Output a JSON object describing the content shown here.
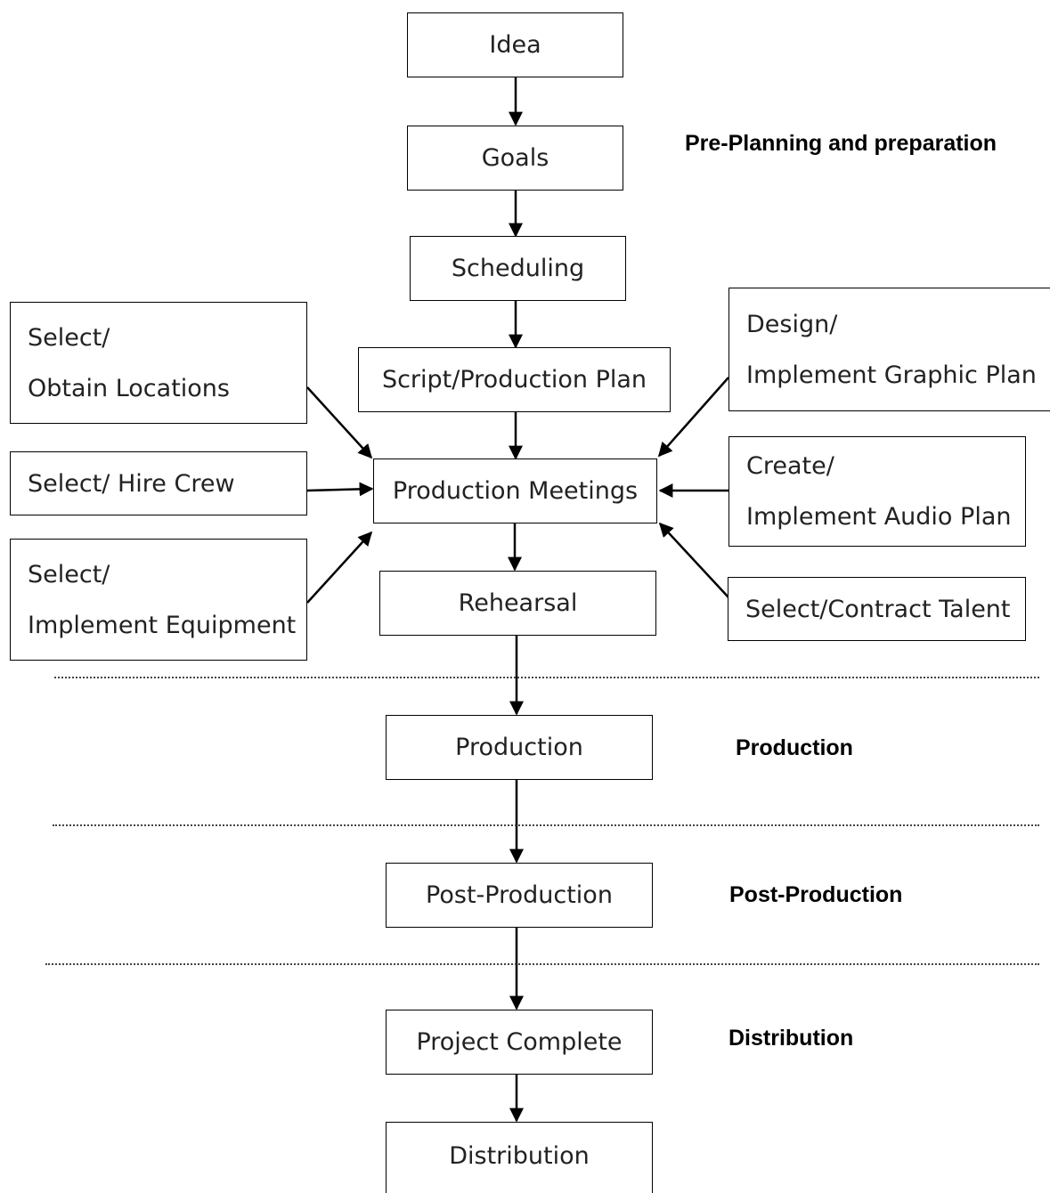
{
  "flow": {
    "idea": "Idea",
    "goals": "Goals",
    "scheduling": "Scheduling",
    "script_plan": "Script/Production Plan",
    "production_meetings": "Production Meetings",
    "rehearsal": "Rehearsal",
    "production": "Production",
    "post_production": "Post-Production",
    "project_complete": "Project Complete",
    "distribution": "Distribution"
  },
  "inputs_left": {
    "locations": [
      "Select/",
      "Obtain Locations"
    ],
    "crew": "Select/ Hire Crew",
    "equipment": [
      "Select/",
      "Implement Equipment"
    ]
  },
  "inputs_right": {
    "graphics": [
      "Design/",
      "Implement Graphic Plan"
    ],
    "audio": [
      "Create/",
      "Implement Audio Plan"
    ],
    "talent": "Select/Contract Talent"
  },
  "stages": {
    "pre_planning": "Pre-Planning and preparation",
    "production": "Production",
    "post_production": "Post-Production",
    "distribution": "Distribution"
  }
}
